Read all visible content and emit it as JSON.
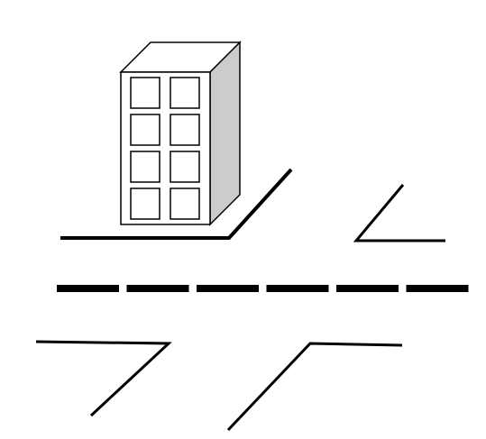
{
  "scene": {
    "description_elements": [
      "building-icon",
      "road-curbs",
      "road-center-dashes"
    ],
    "colors": {
      "background": "#ffffff",
      "line": "#000000",
      "building_front": "#ffffff",
      "building_side": "#cccccc",
      "building_top": "#ffffff"
    },
    "building": {
      "window_rows": 4,
      "window_columns": 2
    },
    "center_dash_count": 6
  }
}
